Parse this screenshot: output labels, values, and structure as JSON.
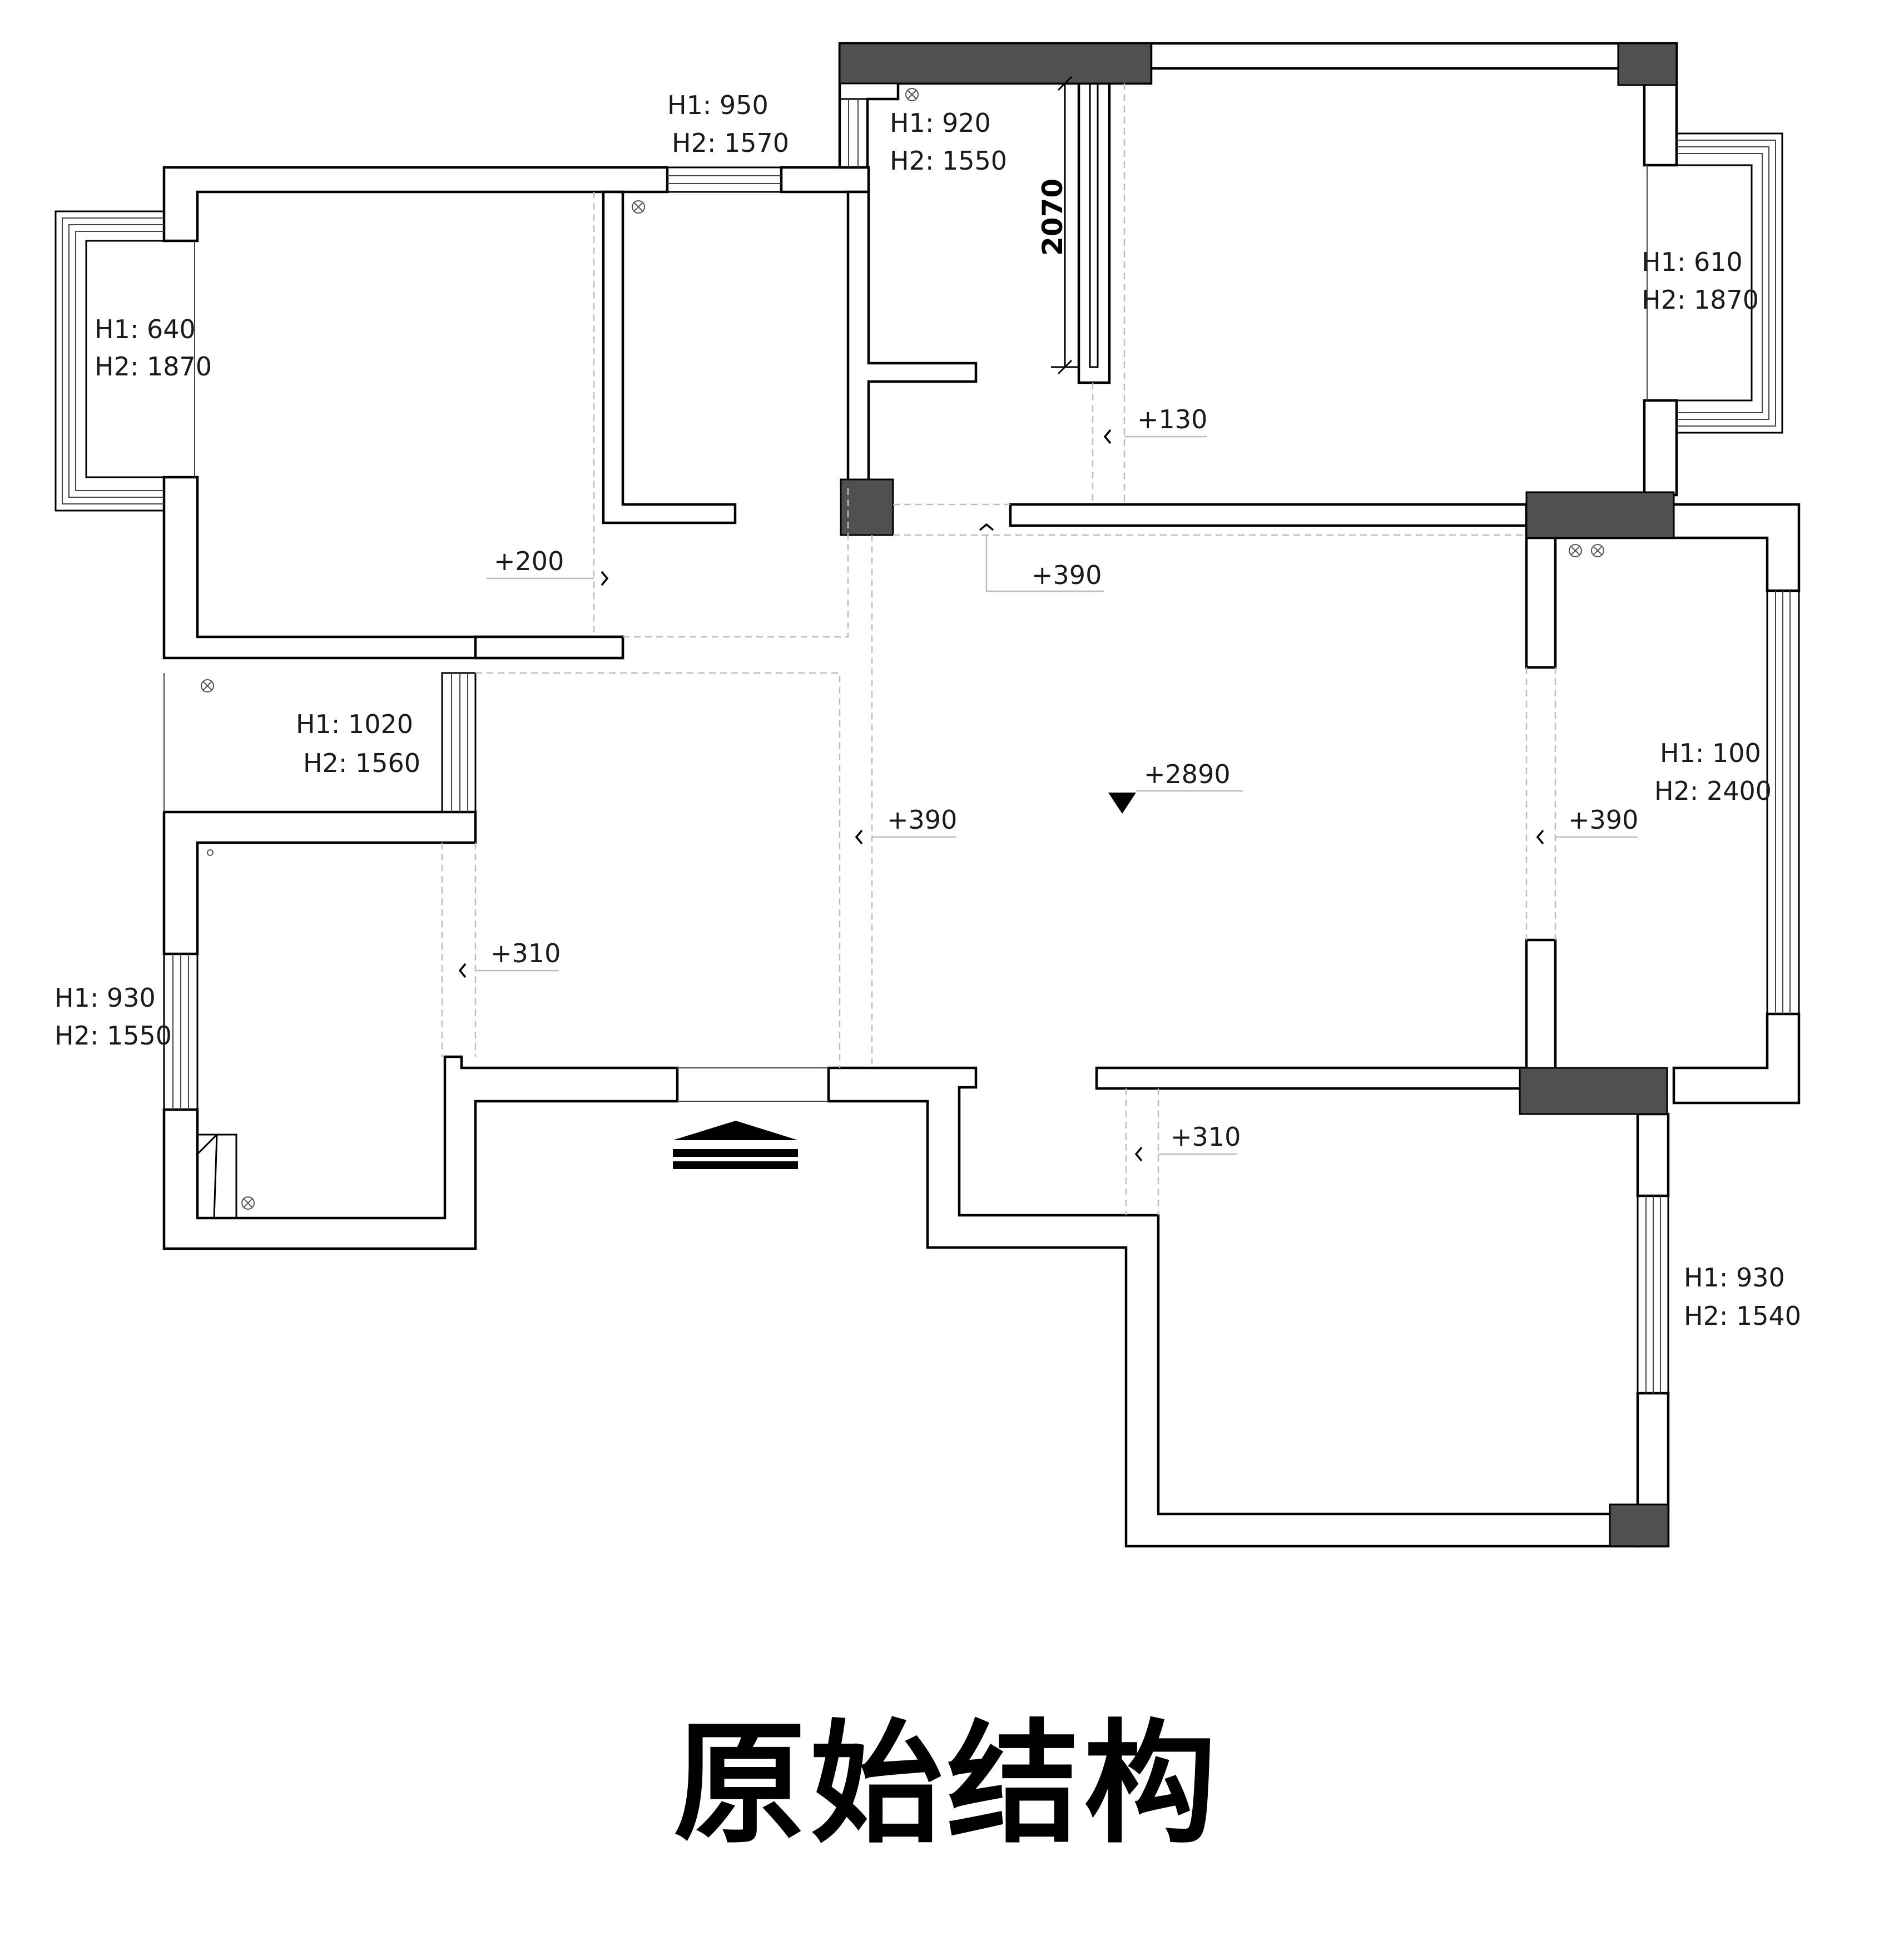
{
  "title": "原始结构",
  "windows": [
    {
      "id": "w-west",
      "h1": "H1: 640",
      "h2": "H2: 1870"
    },
    {
      "id": "w-north-small",
      "h1": "H1: 950",
      "h2": "H2: 1570"
    },
    {
      "id": "w-north-bath",
      "h1": "H1: 920",
      "h2": "H2: 1550"
    },
    {
      "id": "w-east-bay",
      "h1": "H1: 610",
      "h2": "H2: 1870"
    },
    {
      "id": "w-kitchen",
      "h1": "H1: 1020",
      "h2": "H2: 1560"
    },
    {
      "id": "w-east-living",
      "h1": "H1: 100",
      "h2": "H2: 2400"
    },
    {
      "id": "w-sw",
      "h1": "H1: 930",
      "h2": "H2: 1550"
    },
    {
      "id": "w-se",
      "h1": "H1: 930",
      "h2": "H2: 1540"
    }
  ],
  "dimension": "2070",
  "levels": {
    "main": "+2890",
    "hall": "+390",
    "top": "+390",
    "east": "+390",
    "bedroom_nw": "+200",
    "bedroom_ne": "+130",
    "sw": "+310",
    "se": "+310"
  }
}
